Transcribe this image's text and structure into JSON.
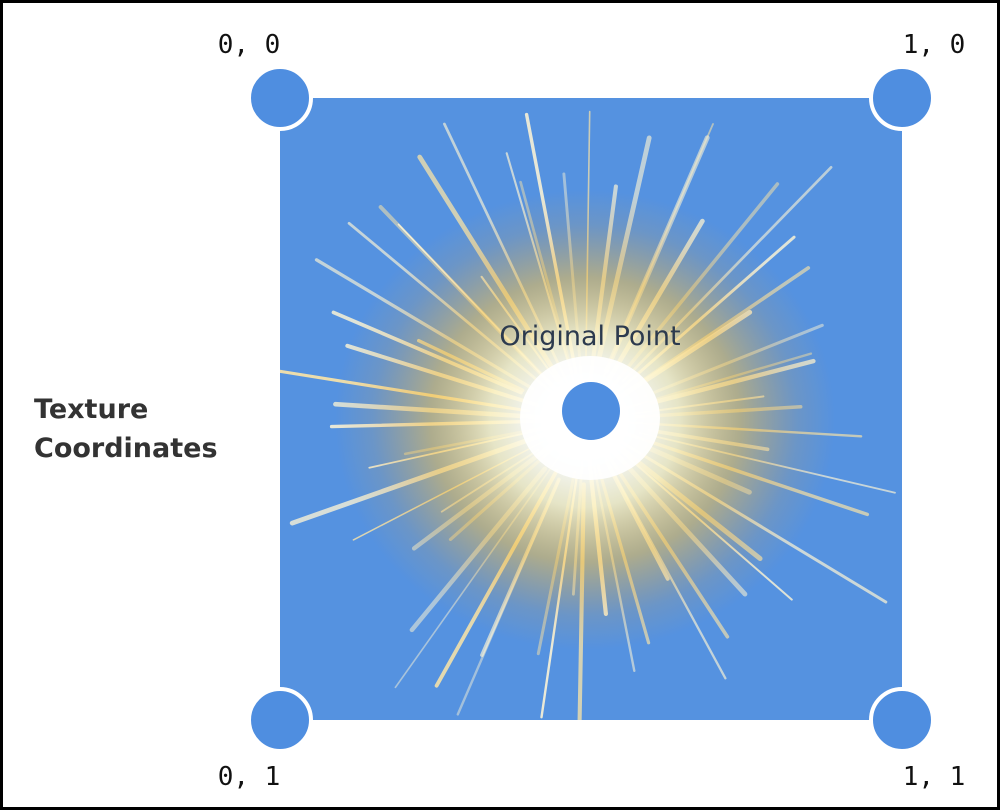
{
  "side_label": {
    "line1": "Texture",
    "line2": "Coordinates"
  },
  "center_label": "Original Point",
  "corners": {
    "top_left": "0, 0",
    "top_right": "1, 0",
    "bottom_left": "0, 1",
    "bottom_right": "1, 1"
  },
  "colors": {
    "texture_background": "#5592e0",
    "vertex_fill": "#4f8ee0",
    "vertex_stroke": "#ffffff",
    "glow_core": "#ffffff",
    "glow_mid": "#fff3c2",
    "glow_outer": "#f5c14a",
    "ray": "#fff6d6",
    "frame": "#000000"
  },
  "icons": {
    "vertices": "circle-marker",
    "texture": "starburst-explosion"
  }
}
